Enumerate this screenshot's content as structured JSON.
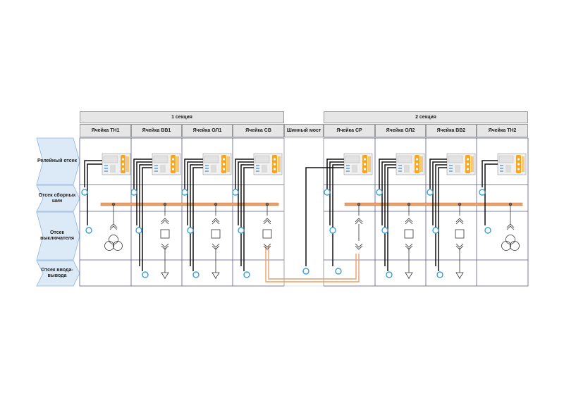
{
  "sections": [
    {
      "label": "1 секция"
    },
    {
      "label": "2 секция"
    }
  ],
  "cells": [
    {
      "label": "Ячейка ТН1",
      "type": "vt"
    },
    {
      "label": "Ячейка ВВ1",
      "type": "feeder"
    },
    {
      "label": "Ячейка ОЛ1",
      "type": "feeder"
    },
    {
      "label": "Ячейка СВ",
      "type": "sectional"
    },
    {
      "label": "Шинный мост",
      "type": "bridge"
    },
    {
      "label": "Ячейка СР",
      "type": "disconnector"
    },
    {
      "label": "Ячейка ОЛ2",
      "type": "feeder"
    },
    {
      "label": "Ячейка ВВ2",
      "type": "feeder"
    },
    {
      "label": "Ячейка ТН2",
      "type": "vt"
    }
  ],
  "compartments": [
    {
      "label": "Релейный отсек"
    },
    {
      "label": "Отсек сборных шин"
    },
    {
      "label": "Отсек выключателя"
    },
    {
      "label": "Отсек ввода-вывода"
    }
  ],
  "colors": {
    "busbar": "#e8a06a",
    "grid": "#5a5a8a",
    "cable": "#111111",
    "sensor": "#3aa0d8",
    "header_bg": "#e6e6e6",
    "label_bg": "#dce9f7",
    "relay_orange": "#f5a623"
  }
}
